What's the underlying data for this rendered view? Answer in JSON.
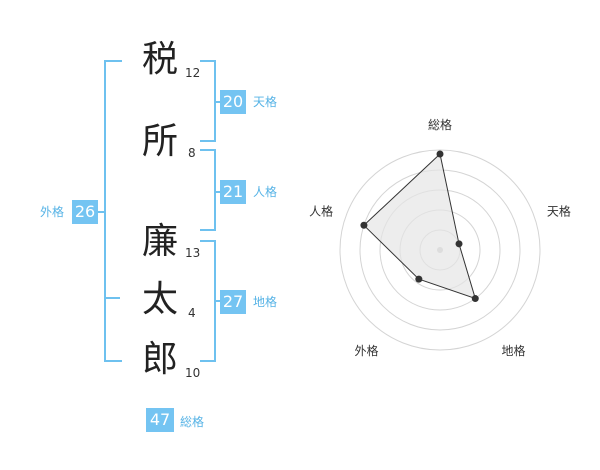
{
  "name_chars": [
    {
      "char": "税",
      "strokes": "12"
    },
    {
      "char": "所",
      "strokes": "8"
    },
    {
      "char": "廉",
      "strokes": "13"
    },
    {
      "char": "太",
      "strokes": "4"
    },
    {
      "char": "郎",
      "strokes": "10"
    }
  ],
  "kaku": {
    "tenkaku": {
      "value": "20",
      "label": "天格"
    },
    "jinkaku": {
      "value": "21",
      "label": "人格"
    },
    "chikaku": {
      "value": "27",
      "label": "地格"
    },
    "gaikaku": {
      "value": "26",
      "label": "外格"
    },
    "soukaku": {
      "value": "47",
      "label": "総格"
    }
  },
  "colors": {
    "accent": "#74c4f2",
    "bracket": "#6ec1ef",
    "radar_fill": "#e6e6e6"
  },
  "chart_data": {
    "type": "radar",
    "axes": [
      "総格",
      "天格",
      "地格",
      "外格",
      "人格"
    ],
    "values": [
      0.96,
      0.2,
      0.6,
      0.36,
      0.8
    ],
    "range": [
      0,
      1
    ],
    "rings": 5
  }
}
